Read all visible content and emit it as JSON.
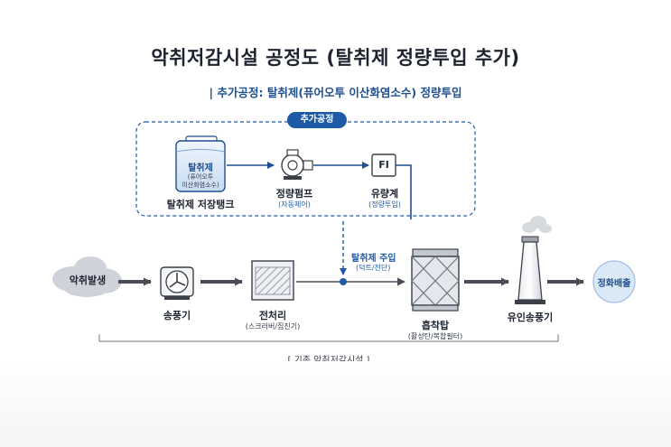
{
  "title": "악취저감시설 공정도 (탈취제 정량투입 추가)",
  "subtitle_bar": "|",
  "subtitle": "추가공정: 탈취제(퓨어오투 이산화염소수) 정량투입",
  "added_process": {
    "badge": "추가공정",
    "tank": {
      "inner_title": "탈취제",
      "inner_sub1": "(퓨어오투",
      "inner_sub2": "이산화염소수)",
      "label": "탈취제 저장탱크"
    },
    "pump": {
      "label": "정량펌프",
      "sub": "(자동제어)"
    },
    "meter": {
      "symbol": "FI",
      "label": "유량계",
      "sub": "(정량투입)"
    },
    "injection": {
      "label": "탈취제 주입",
      "sub": "(덕트/전단)"
    }
  },
  "existing_process": {
    "source": "악취발생",
    "blower": {
      "label": "송풍기"
    },
    "pretreat": {
      "label": "전처리",
      "sub": "(스크러버/집진기)"
    },
    "tower": {
      "label": "흡착탑",
      "sub": "(활성탄/복합필터)"
    },
    "stack": {
      "label": "유인송풍기"
    },
    "exhaust": "정화배출",
    "bracket_label": "[ 기존 악취저감시설 ]"
  },
  "colors": {
    "navy": "#1f4f8f",
    "blue": "#1f5aa6",
    "gray_arrow": "#4a4d55",
    "light_blue": "#dbe8f6"
  }
}
